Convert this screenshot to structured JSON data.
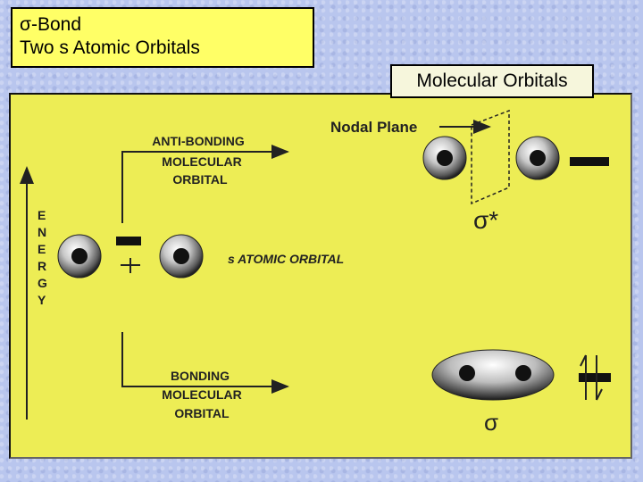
{
  "header": {
    "title_line1": "σ-Bond",
    "title_line2": "Two s Atomic Orbitals",
    "mo_title": "Molecular Orbitals"
  },
  "diagram": {
    "energy_letters": [
      "E",
      "N",
      "E",
      "R",
      "G",
      "Y"
    ],
    "anti_bonding_lines": [
      "ANTI-BONDING",
      "MOLECULAR",
      "ORBITAL"
    ],
    "bonding_lines": [
      "BONDING",
      "MOLECULAR",
      "ORBITAL"
    ],
    "nodal_plane": "Nodal Plane",
    "atomic_orbital": "s ATOMIC  ORBITAL",
    "sigma_star": "σ*",
    "sigma": "σ"
  },
  "colors": {
    "panel": "#eded55",
    "title_box": "#ffff66",
    "background": "#b9c6ee"
  }
}
